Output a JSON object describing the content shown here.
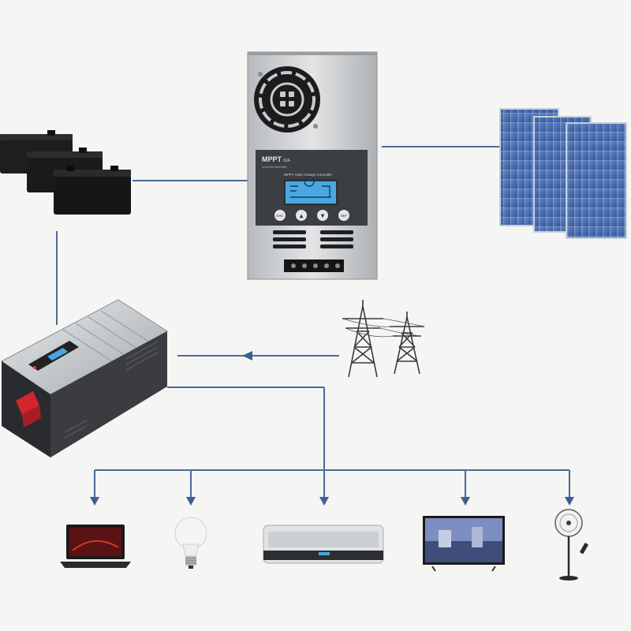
{
  "controller": {
    "brand": "MPPT",
    "rating": "60A",
    "voltage": "12V/24V/36V/48V",
    "title": "MPPT Solar Charge Controller",
    "buttons": [
      "ESC",
      "▲",
      "▼",
      "SET"
    ]
  },
  "components": {
    "battery_bank": {
      "icon": "battery-icon",
      "count": 3
    },
    "solar_panels": {
      "icon": "solar-panel-icon",
      "count": 3
    },
    "inverter": {
      "icon": "inverter-icon"
    },
    "power_grid": {
      "icon": "transmission-tower-icon",
      "count": 2
    }
  },
  "loads": [
    {
      "icon": "laptop-icon"
    },
    {
      "icon": "light-bulb-icon"
    },
    {
      "icon": "air-conditioner-icon"
    },
    {
      "icon": "television-icon"
    },
    {
      "icon": "fan-icon"
    }
  ],
  "colors": {
    "connector": "#4a6a9a",
    "arrow": "#3d5f94",
    "panel_blue": "#3a5fa8",
    "controller_body": "#c9cbcd",
    "lcd": "#4aa8e0"
  }
}
